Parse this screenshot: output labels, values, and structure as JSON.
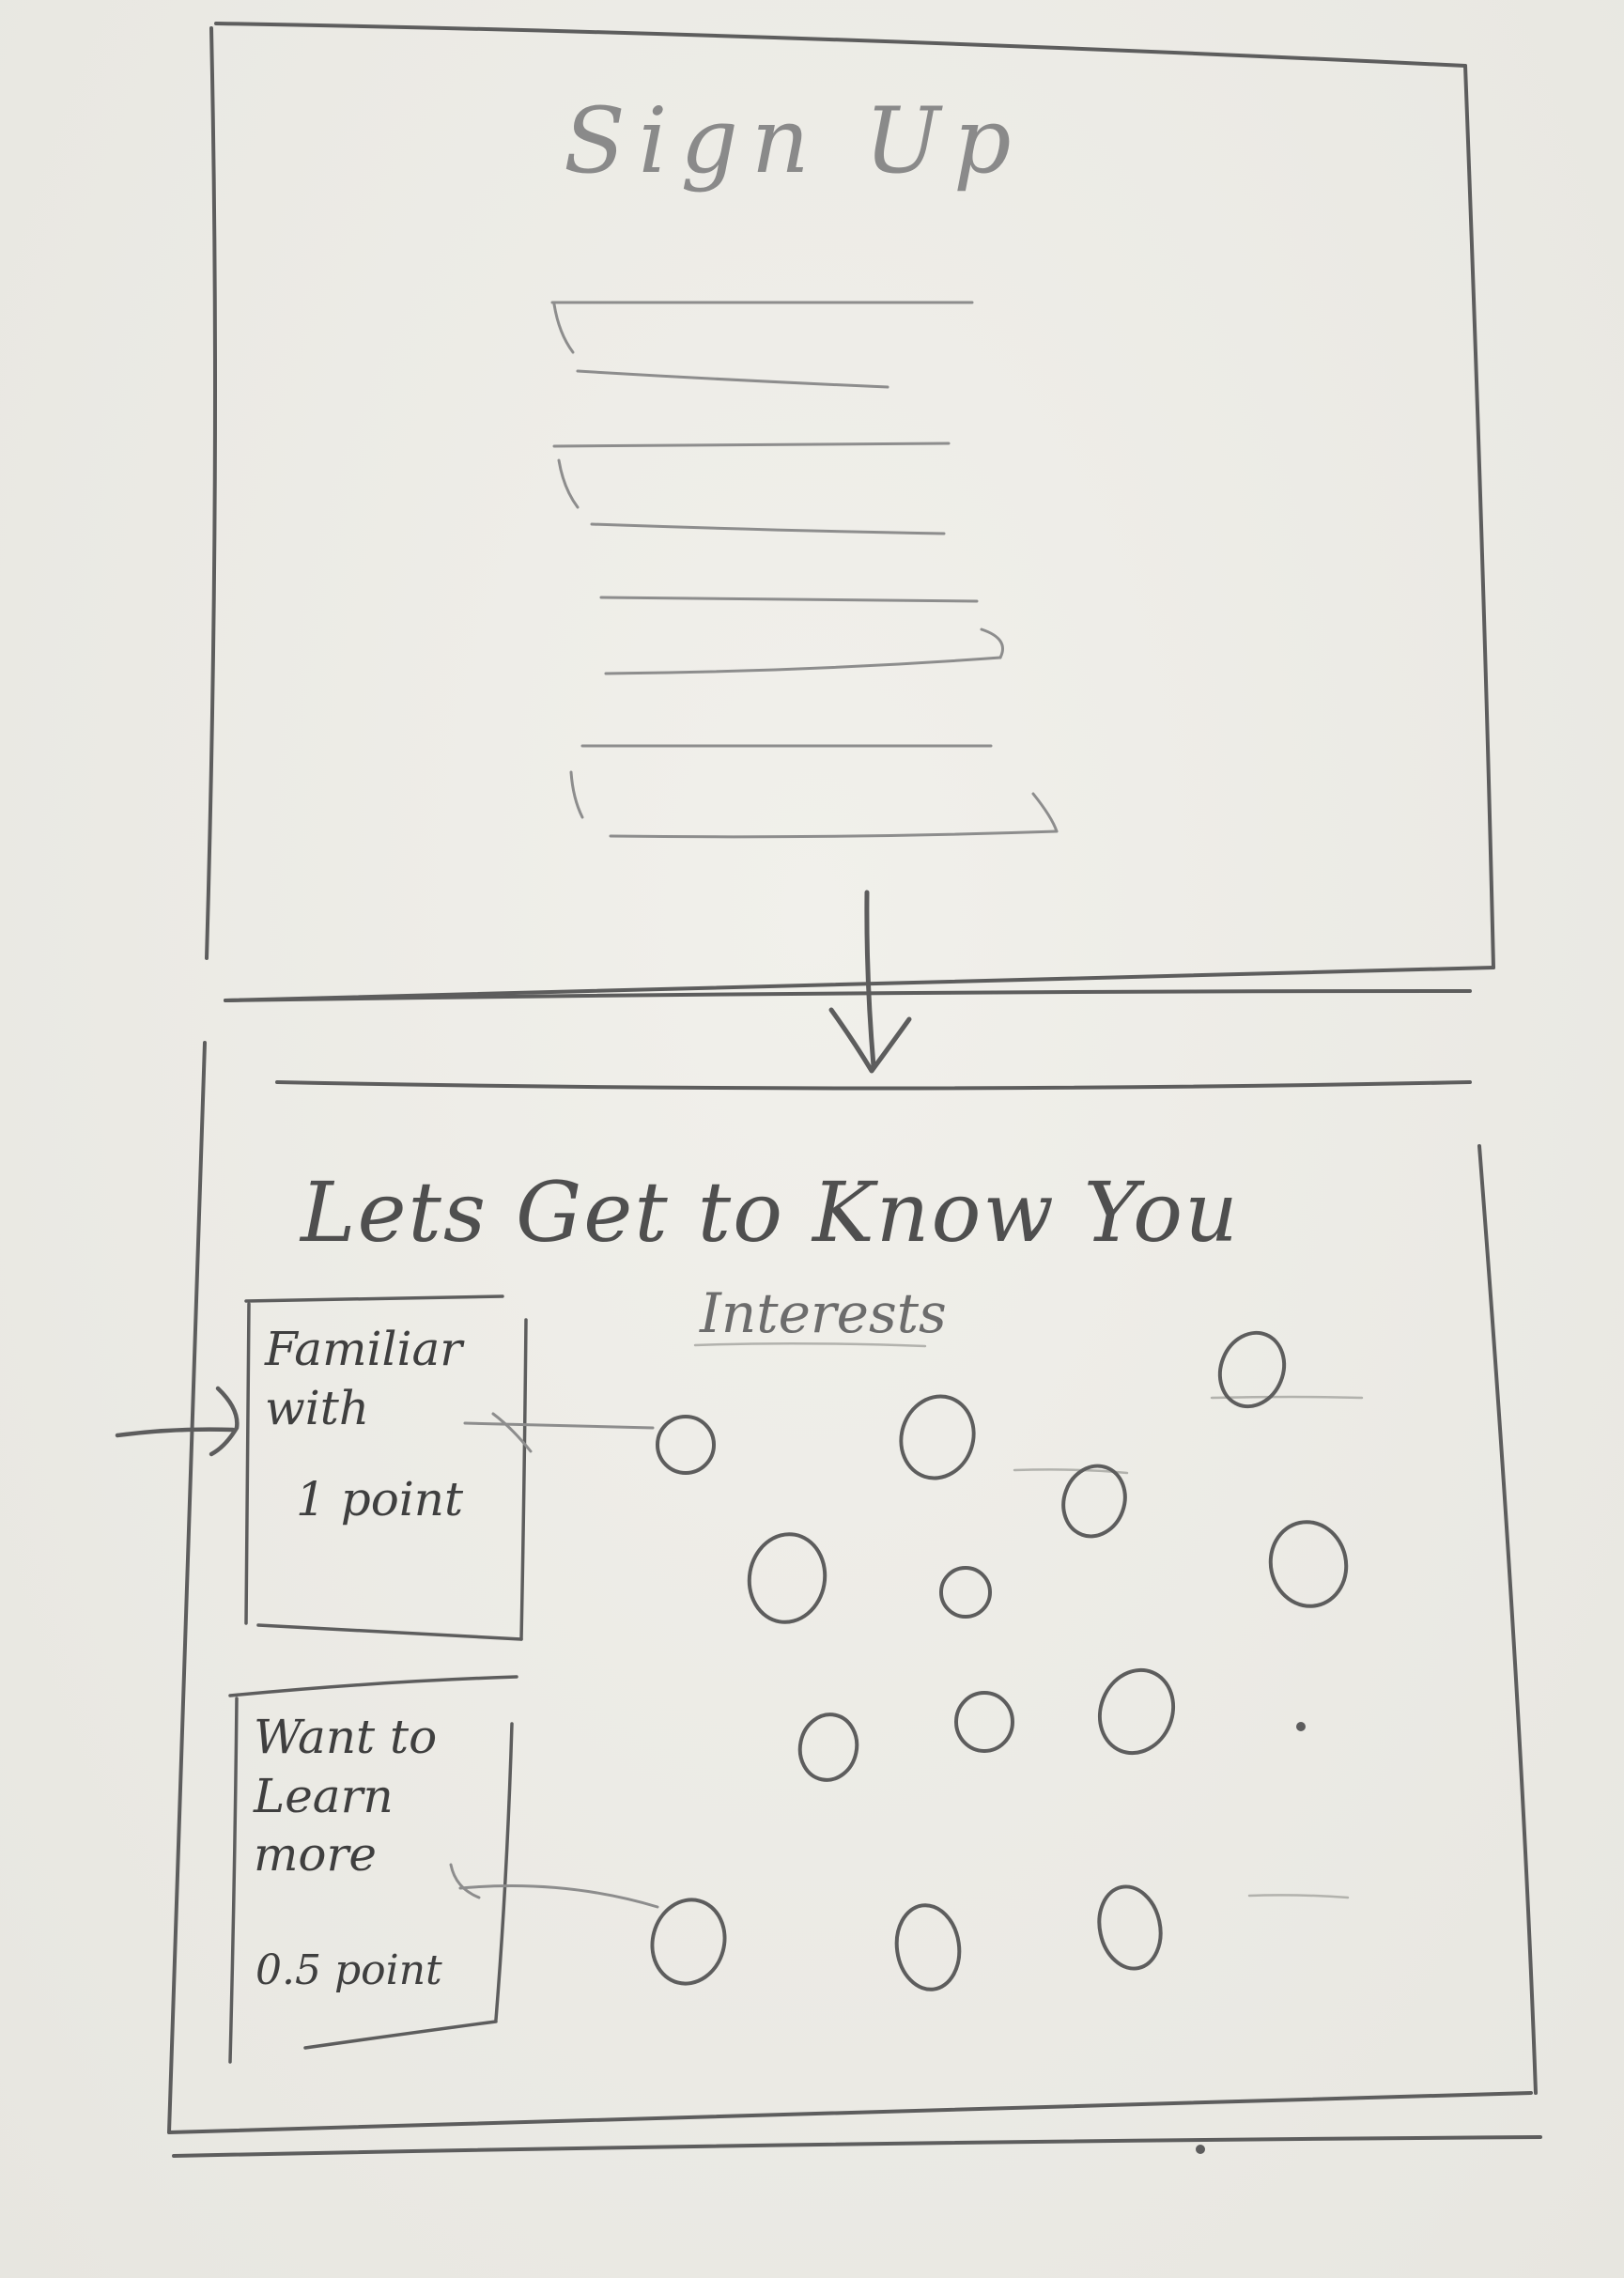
{
  "screens": {
    "signup": {
      "title": "Sign Up",
      "field_count": 4
    },
    "know_you": {
      "title": "Lets Get to Know You",
      "section_label": "Interests",
      "interest_bubble_count": 14
    }
  },
  "legend": {
    "familiar": {
      "label": "Familiar with",
      "value": "1 point"
    },
    "want_to_learn": {
      "label": "Want to Learn more",
      "value": "0.5 point"
    }
  },
  "colors": {
    "pencil": "#5d5d5d",
    "paper": "#ecebe6"
  }
}
